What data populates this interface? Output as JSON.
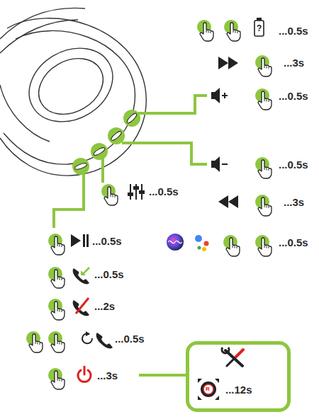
{
  "diagram": {
    "nodes": [
      {
        "text": [
          "...12s"
        ]
      }
    ],
    "edges": [],
    "labels": [
      "?",
      "...0.5s",
      "...3s",
      "...0.5s",
      "...0.5s",
      "...3s",
      "...0.5s",
      "...0.5s",
      "...0.5s",
      "...0.5s",
      "...2s",
      "...0.5s",
      "...3s",
      "R"
    ]
  }
}
